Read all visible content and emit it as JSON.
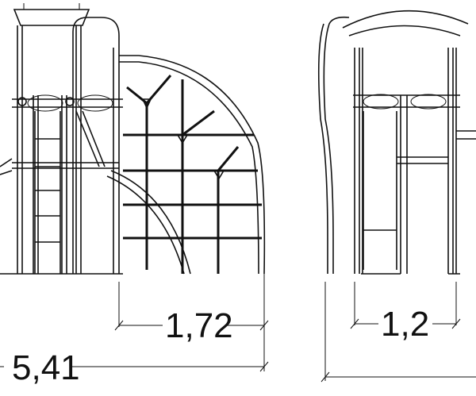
{
  "drawing": {
    "line_color": "#111111",
    "background": "#ffffff",
    "dimensions": {
      "side_module_width": "1,72",
      "total_length": "5,41",
      "end_width": "1,2"
    }
  }
}
